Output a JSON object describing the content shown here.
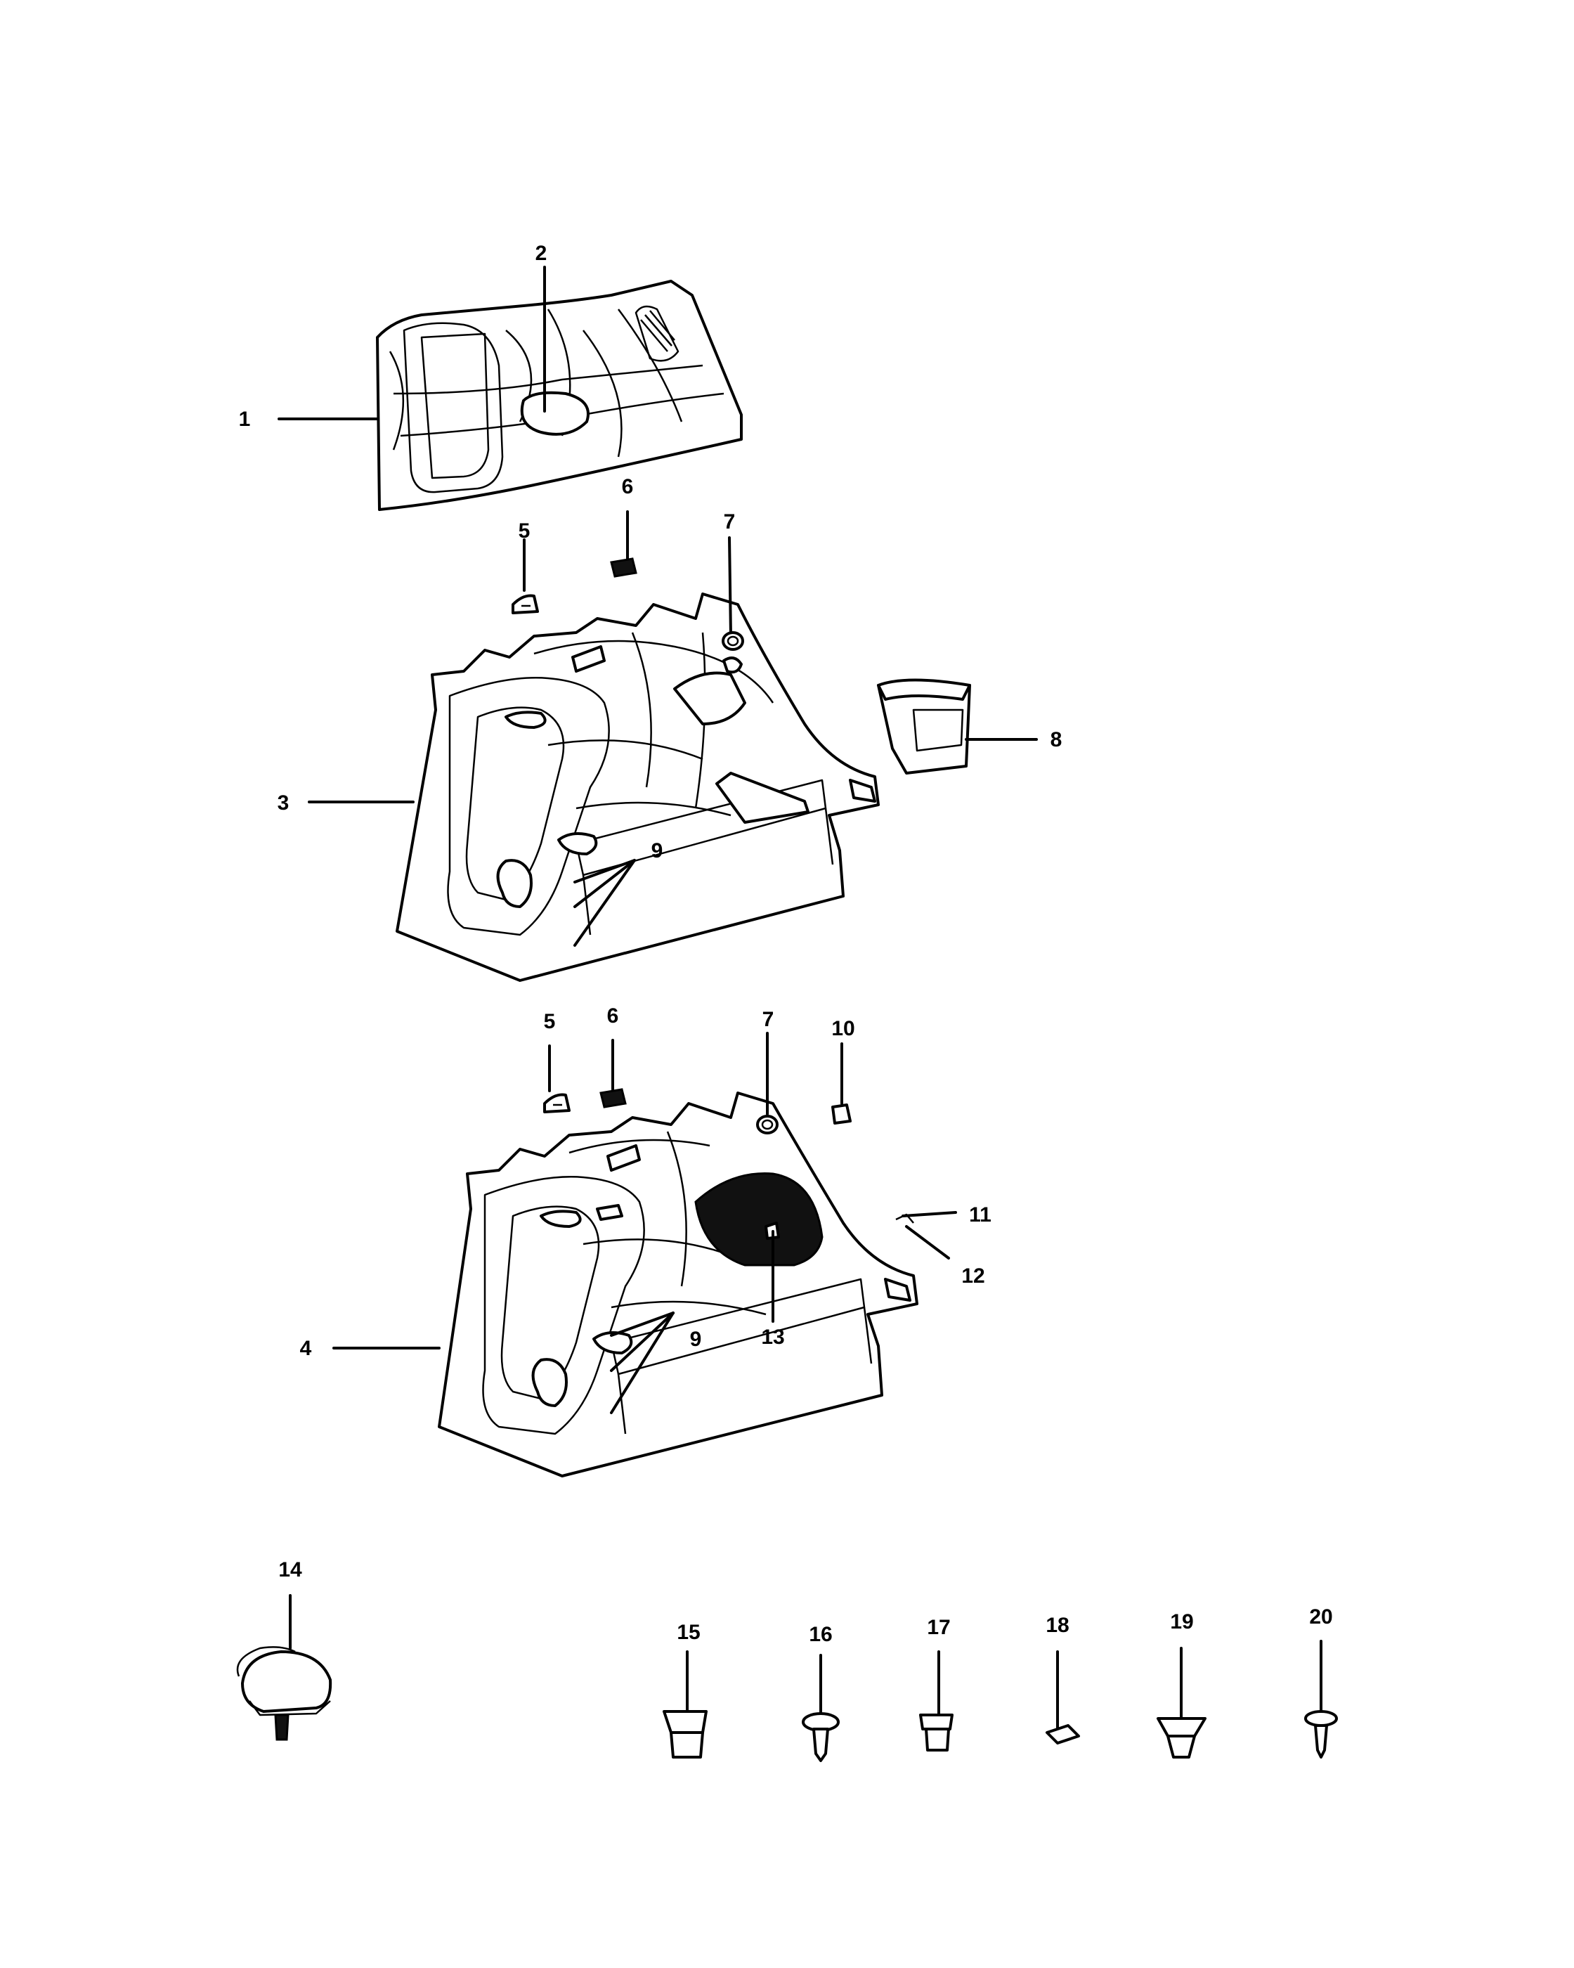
{
  "callouts": [
    "1",
    "2",
    "3",
    "4",
    "5",
    "6",
    "7",
    "8",
    "9",
    "10",
    "11",
    "12",
    "13",
    "14",
    "15",
    "16",
    "17",
    "18",
    "19",
    "20"
  ],
  "colors": {
    "line": "#000000",
    "background": "#ffffff"
  }
}
